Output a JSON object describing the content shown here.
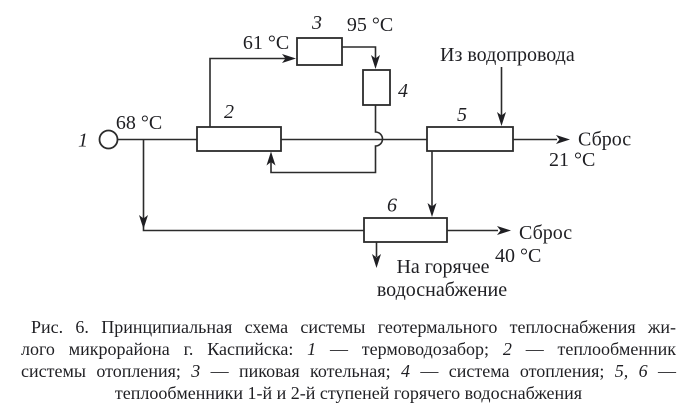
{
  "diagram": {
    "nodes": {
      "n1": "1",
      "n2": "2",
      "n3": "3",
      "n4": "4",
      "n5": "5",
      "n6": "6"
    },
    "temps": {
      "source": "68 °C",
      "to_boiler": "61 °C",
      "boiler_out": "95 °C",
      "discharge_top": "21 °C",
      "discharge_bottom": "40 °C"
    },
    "labels": {
      "from_water_supply": "Из водопровода",
      "discharge_top": "Сброс",
      "discharge_bottom": "Сброс",
      "to_hot_water_1": "На горячее",
      "to_hot_water_2": "водоснабжение"
    }
  },
  "caption": {
    "line1": "Рис. 6. Принципиальная схема системы геотермального теплоснабжения жи-",
    "line2": {
      "a": "лого микрорайона г. Каспийска: ",
      "n1": "1",
      "b": " — термоводозабор; ",
      "n2": "2",
      "c": " — теплообменник"
    },
    "line3": {
      "a": "системы отопления; ",
      "n1": "3",
      "b": " — пиковая котельная; ",
      "n2": "4",
      "c": " — система отопления; ",
      "n3": "5, 6",
      "d": " —"
    },
    "line4": "теплообменники 1-й и 2-й ступеней горячего водоснабжения"
  },
  "colors": {
    "ink": "#1f1f23",
    "line": "#2b2b2b",
    "background": "#ffffff"
  }
}
